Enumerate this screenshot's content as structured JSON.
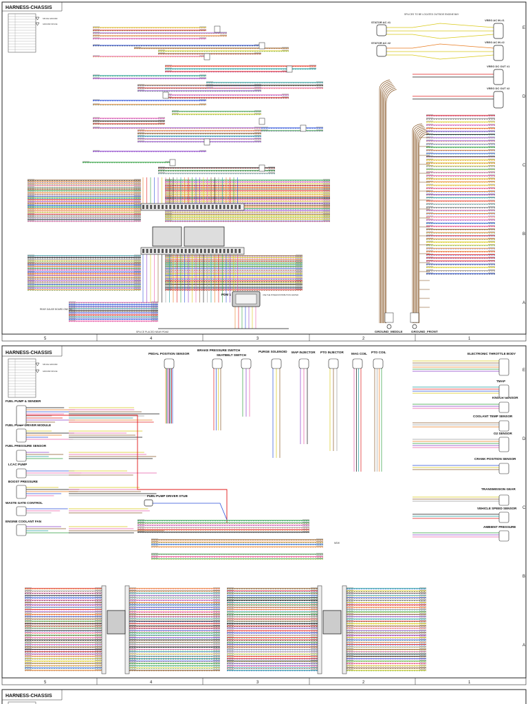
{
  "sheets": [
    {
      "title": "HARNESS-CHASSIS",
      "legend": [
        "SPLICE GROUND",
        "GROUND SPLICE"
      ],
      "note_top": "SPLICES TO BE LOCATED OUTSIDE ENGINE BAY",
      "note_psm": "USE THE POWER DISTRIBUTION CENTER",
      "labels": [
        "STATOR AC #1",
        "STATOR AC #2",
        "VREG AC IN #1",
        "VREG AC IN #2",
        "VREG DC OUT #1",
        "VREG DC OUT #2",
        "PDM 1",
        "GROUND_MIDDLE",
        "GROUND_FRONT",
        "SPLICE PLACED NEAR PDM2",
        "REAR GAUGE BOARD GND TO"
      ],
      "row_letters": [
        "E",
        "D",
        "C",
        "B",
        "A"
      ],
      "col_numbers": [
        "5",
        "4",
        "3",
        "2",
        "1"
      ]
    },
    {
      "title": "HARNESS-CHASSIS",
      "legend": [
        "SPLICE GROUND",
        "GROUND SPLICE"
      ],
      "left_labels": [
        "FUEL PUMP & SENDER",
        "FUEL PUMP DRIVER MODULE",
        "FUEL PRESSURE SENSOR",
        "LCAC PUMP",
        "BOOST PRESSURE",
        "WASTE GATE CONTROL",
        "ENGINE COOLANT FAN"
      ],
      "top_labels": [
        "PEDAL POSITION SENSOR",
        "BRAKE PRESSURE SWITCH",
        "SEATBELT SWITCH",
        "PURGE SOLENOID",
        "MAP INJECTOR",
        "PTO INJECTOR",
        "MAG COIL",
        "PTO COIL"
      ],
      "right_labels": [
        "ELECTRONIC THROTTLE BODY",
        "TMAP",
        "KNOCK SENSOR",
        "COOLANT TEMP SENSOR",
        "O2 SENSOR",
        "CRANK POSITION SENSOR",
        "TRANSMISSION GEAR",
        "VEHICLE SPEED SENSOR",
        "AMBIENT PRESSURE"
      ],
      "stub_label": "FUEL PUMP DRIVER STUB",
      "new_tag": "NEW",
      "row_letters": [
        "E",
        "D",
        "C",
        "B",
        "A"
      ],
      "col_numbers": [
        "5",
        "4",
        "3",
        "2",
        "1"
      ]
    },
    {
      "title": "HARNESS-CHASSIS"
    }
  ],
  "colors": {
    "orange": "#e87a1e",
    "red": "#e01818",
    "green": "#2e9e3e",
    "blue": "#2a4fd8",
    "purple": "#8a3fc8",
    "yellow": "#d8c816",
    "pink": "#e85aa8",
    "brown": "#8a5a2a",
    "black": "#111111",
    "gray": "#9a9a9a",
    "teal": "#1a9a9a"
  }
}
